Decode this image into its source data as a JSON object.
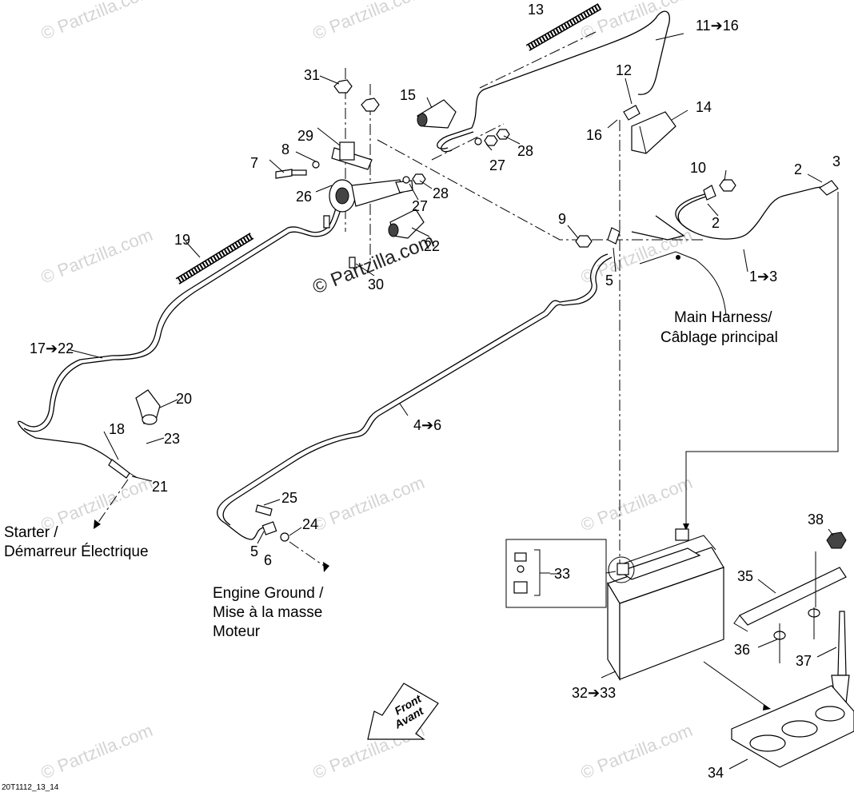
{
  "watermarks": [
    "© Partzilla.com",
    "© Partzilla.com"
  ],
  "callouts": {
    "c1_3": "1➔3",
    "c2a": "2",
    "c2b": "2",
    "c3": "3",
    "c4_6": "4➔6",
    "c5a": "5",
    "c5b": "5",
    "c6": "6",
    "c7": "7",
    "c8": "8",
    "c9": "9",
    "c10": "10",
    "c11_16": "11➔16",
    "c12": "12",
    "c13": "13",
    "c14": "14",
    "c15": "15",
    "c16": "16",
    "c17_22": "17➔22",
    "c18": "18",
    "c19": "19",
    "c20": "20",
    "c21": "21",
    "c22": "22",
    "c23": "23",
    "c24": "24",
    "c25": "25",
    "c26": "26",
    "c27a": "27",
    "c27b": "27",
    "c28a": "28",
    "c28b": "28",
    "c29": "29",
    "c30": "30",
    "c31": "31",
    "c32_33": "32➔33",
    "c33": "33",
    "c34": "34",
    "c35": "35",
    "c36": "36",
    "c37": "37",
    "c38": "38"
  },
  "notes": {
    "main_harness_en": "Main Harness/",
    "main_harness_fr": "Câblage principal",
    "starter_en": "Starter /",
    "starter_fr": "Démarreur Électrique",
    "ground_1": "Engine Ground /",
    "ground_2": "Mise à la masse",
    "ground_3": "Moteur"
  },
  "front_arrow": {
    "line1": "Front",
    "line2": "Avant"
  },
  "drawing_ref": "20T1112_13_14"
}
